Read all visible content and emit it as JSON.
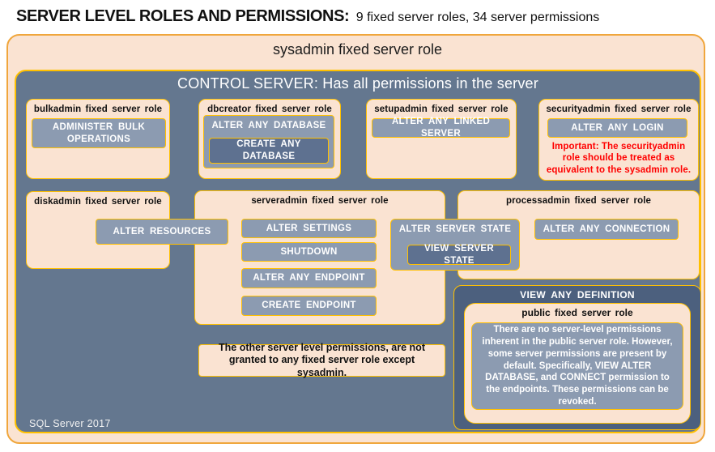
{
  "title": {
    "main": "SERVER LEVEL ROLES AND PERMISSIONS:",
    "subtitle": "9 fixed server roles, 34 server permissions"
  },
  "sysadmin": {
    "label": "sysadmin fixed server role"
  },
  "control": {
    "label": "CONTROL SERVER: Has all permissions in the server"
  },
  "roles": {
    "bulkadmin": {
      "label": "bulkadmin fixed server role",
      "permissions": [
        "ADMINISTER BULK OPERATIONS"
      ]
    },
    "dbcreator": {
      "label": "dbcreator fixed server role",
      "outer_permission": "ALTER ANY DATABASE",
      "nested_permission": "CREATE ANY DATABASE"
    },
    "setupadmin": {
      "label": "setupadmin fixed server role",
      "permissions": [
        "ALTER ANY LINKED SERVER"
      ]
    },
    "securityadmin": {
      "label": "securityadmin fixed server role",
      "permissions": [
        "ALTER ANY LOGIN"
      ],
      "warning": "Important: The securityadmin role should be treated as equivalent to the sysadmin role."
    },
    "diskadmin": {
      "label": "diskadmin fixed server role",
      "permission": "ALTER RESOURCES"
    },
    "serveradmin": {
      "label": "serveradmin fixed server role",
      "permissions": [
        "ALTER SETTINGS",
        "SHUTDOWN",
        "ALTER ANY ENDPOINT",
        "CREATE ENDPOINT"
      ],
      "shared_outer_permission": "ALTER SERVER STATE",
      "shared_nested_permission": "VIEW SERVER STATE"
    },
    "processadmin": {
      "label": "processadmin fixed server role",
      "permissions": [
        "ALTER ANY CONNECTION"
      ]
    },
    "public": {
      "container_permission": "VIEW ANY DEFINITION",
      "label": "public fixed server role",
      "note": "There are no server-level permissions inherent in the public server role. However, some server permissions are present by default. Specifically, VIEW ALTER DATABASE, and CONNECT permission to the endpoints. These permissions can be revoked."
    }
  },
  "note": "The other server level permissions, are not granted to any fixed server role except sysadmin.",
  "footer": "SQL Server 2017",
  "colors": {
    "outer_border": "#f0a63c",
    "inner_border": "#ffc000",
    "role_fill": "#fae3d2",
    "control_fill": "#64778f",
    "permission_fill": "#8c9bb1",
    "permission_nested_fill": "#5e7190",
    "definition_panel_fill": "#4c607e",
    "warning_text": "#ff0000"
  }
}
